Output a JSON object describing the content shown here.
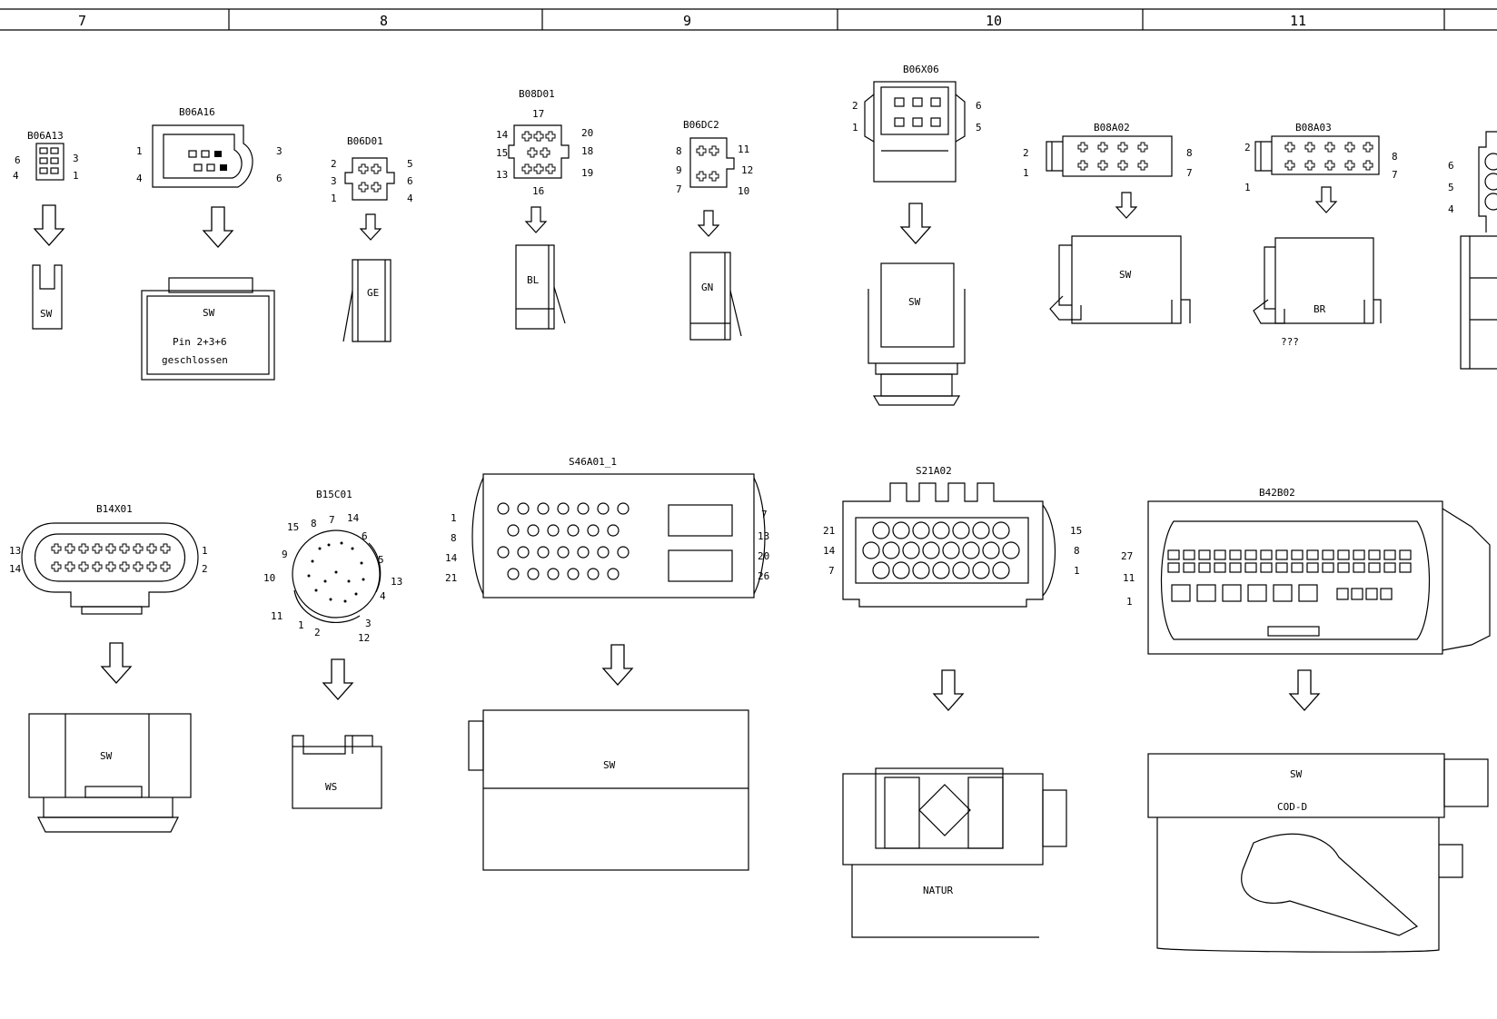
{
  "columns": [
    "7",
    "8",
    "9",
    "10",
    "11"
  ],
  "connectors": {
    "B06A13": {
      "id": "B06A13",
      "pins": [
        "6",
        "4",
        "3",
        "1"
      ],
      "color": "SW"
    },
    "B06A16": {
      "id": "B06A16",
      "pins": [
        "1",
        "4",
        "3",
        "6"
      ],
      "color": "SW",
      "note1": "Pin 2+3+6",
      "note2": "geschlossen"
    },
    "B06D01": {
      "id": "B06D01",
      "pins": [
        "2",
        "3",
        "1",
        "5",
        "6",
        "4"
      ],
      "color": "GE"
    },
    "B08D01": {
      "id": "B08D01",
      "pins": [
        "17",
        "14",
        "15",
        "13",
        "20",
        "18",
        "19",
        "16"
      ],
      "color": "BL"
    },
    "B06DC2": {
      "id": "B06DC2",
      "pins": [
        "8",
        "9",
        "7",
        "11",
        "12",
        "10"
      ],
      "color": "GN"
    },
    "B06X06": {
      "id": "B06X06",
      "pins": [
        "2",
        "1",
        "6",
        "5"
      ],
      "color": "SW"
    },
    "B08A02": {
      "id": "B08A02",
      "pins": [
        "2",
        "1",
        "8",
        "7"
      ],
      "color": "SW"
    },
    "B08A03": {
      "id": "B08A03",
      "pins": [
        "2",
        "1",
        "8",
        "7"
      ],
      "color": "BR",
      "note": "???"
    },
    "partial": {
      "pins": [
        "6",
        "5",
        "4"
      ]
    },
    "B14X01": {
      "id": "B14X01",
      "pins": [
        "13",
        "14",
        "1",
        "2"
      ],
      "color": "SW"
    },
    "B15C01": {
      "id": "B15C01",
      "pins": [
        "15",
        "8",
        "7",
        "14",
        "6",
        "9",
        "5",
        "10",
        "13",
        "4",
        "11",
        "1",
        "2",
        "3",
        "12"
      ],
      "color": "WS"
    },
    "S46A01_1": {
      "id": "S46A01_1",
      "pins": [
        "1",
        "8",
        "14",
        "21",
        "7",
        "13",
        "20",
        "26"
      ],
      "color": "SW"
    },
    "S21A02": {
      "id": "S21A02",
      "pins": [
        "21",
        "14",
        "7",
        "15",
        "8",
        "1"
      ],
      "color": "NATUR"
    },
    "B42B02": {
      "id": "B42B02",
      "pins": [
        "27",
        "11",
        "1"
      ],
      "color": "SW",
      "note": "COD-D"
    }
  }
}
